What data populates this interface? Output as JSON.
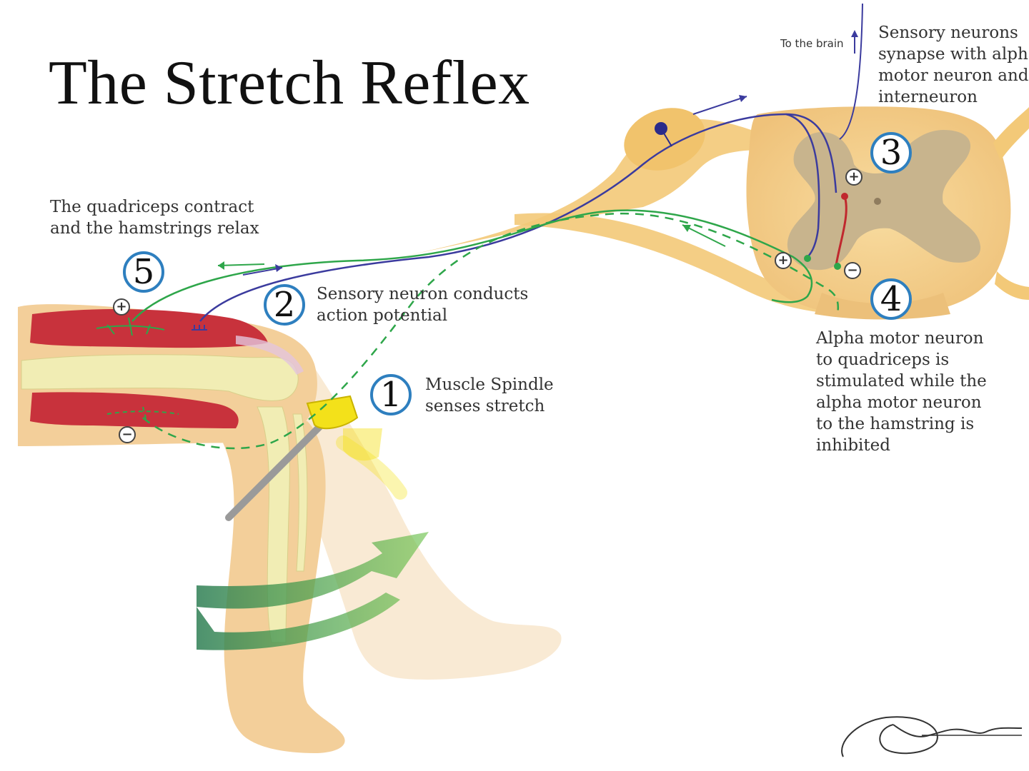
{
  "title": "The Stretch Reflex",
  "brain_label": "To the brain",
  "steps": {
    "s1": {
      "number": "1",
      "lines": [
        "Muscle Spindle",
        "senses stretch"
      ]
    },
    "s2": {
      "number": "2",
      "lines": [
        "Sensory neuron conducts",
        "action potential"
      ]
    },
    "s3": {
      "number": "3",
      "lines": [
        "Sensory neurons",
        "synapse with alpha",
        "motor neuron and",
        "interneuron"
      ]
    },
    "s4": {
      "number": "4",
      "lines": [
        "Alpha motor neuron",
        "to quadriceps is",
        "stimulated while the",
        "alpha motor neuron",
        "to the hamstring is",
        "inhibited"
      ]
    },
    "s5": {
      "number": "5",
      "lines": [
        "The quadriceps contract",
        "and the hamstrings relax"
      ]
    }
  },
  "signs": {
    "plus": "+",
    "minus": "−"
  },
  "signature": "JonDalton",
  "colors": {
    "skin": "#f3cf9a",
    "spinal_cord": "#f6d38e",
    "grey_matter": "#c8b48d",
    "muscle": "#c8323c",
    "bone": "#f1edb4",
    "sensory_neuron": "#3b3b9e",
    "motor_neuron": "#2ea64a",
    "interneuron": "#c0282e",
    "hammer_head": "#f3e11a",
    "step_circle": "#2e7fbf",
    "movement_arrow": "#3e9a54"
  }
}
